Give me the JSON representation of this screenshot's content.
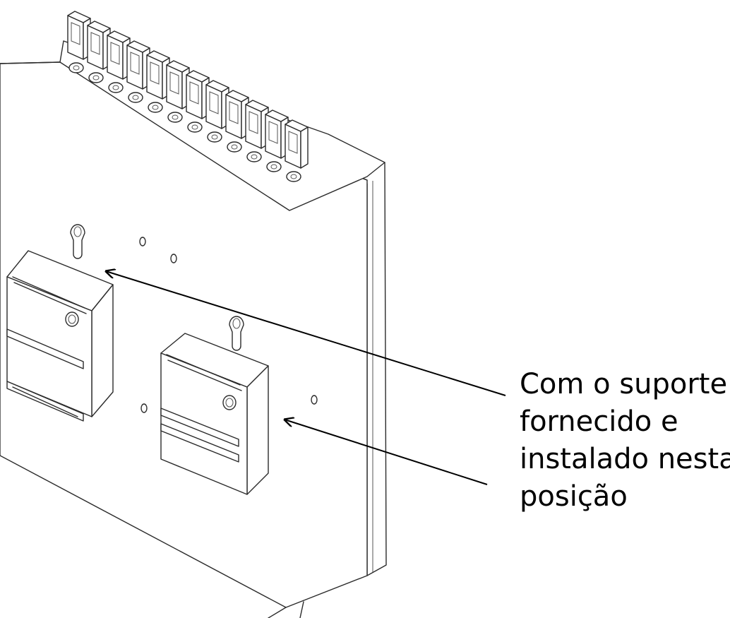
{
  "callout": {
    "line1": "Com o suporte",
    "line2": "fornecido e",
    "line3": "instalado nesta",
    "line4": "posição"
  }
}
